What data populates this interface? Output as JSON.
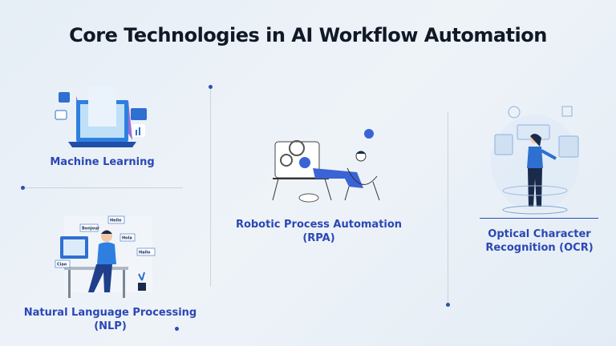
{
  "title": "Core Technologies in AI Workflow Automation",
  "technologies": [
    {
      "label": "Machine Learning",
      "icon": "laptop-data-illustration"
    },
    {
      "label": "Natural Language Processing (NLP)",
      "icon": "multilingual-chat-illustration",
      "bubbles": [
        "Hello",
        "Bonjour",
        "Hola",
        "Hallo",
        "Ciao"
      ]
    },
    {
      "label": "Robotic Process Automation (RPA)",
      "icon": "relaxing-person-with-gears-illustration"
    },
    {
      "label": "Optical Character Recognition (OCR)",
      "icon": "person-with-holographic-screens-illustration"
    }
  ],
  "colors": {
    "title": "#111827",
    "accent": "#2b47b5",
    "background": "#eaf1f7"
  }
}
